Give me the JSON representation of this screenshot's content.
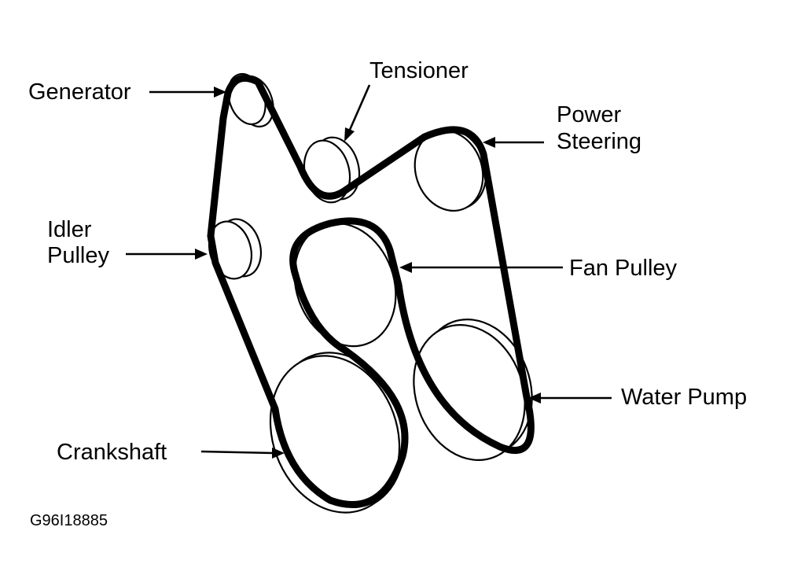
{
  "diagram": {
    "labels": {
      "generator": "Generator",
      "tensioner": "Tensioner",
      "power_steering": [
        "Power",
        "Steering"
      ],
      "idler_pulley": [
        "Idler",
        "Pulley"
      ],
      "fan_pulley": "Fan Pulley",
      "water_pump": "Water Pump",
      "crankshaft": "Crankshaft"
    },
    "figure_code": "G96I18885",
    "colors": {
      "ink": "#000000",
      "paper": "#ffffff"
    }
  }
}
